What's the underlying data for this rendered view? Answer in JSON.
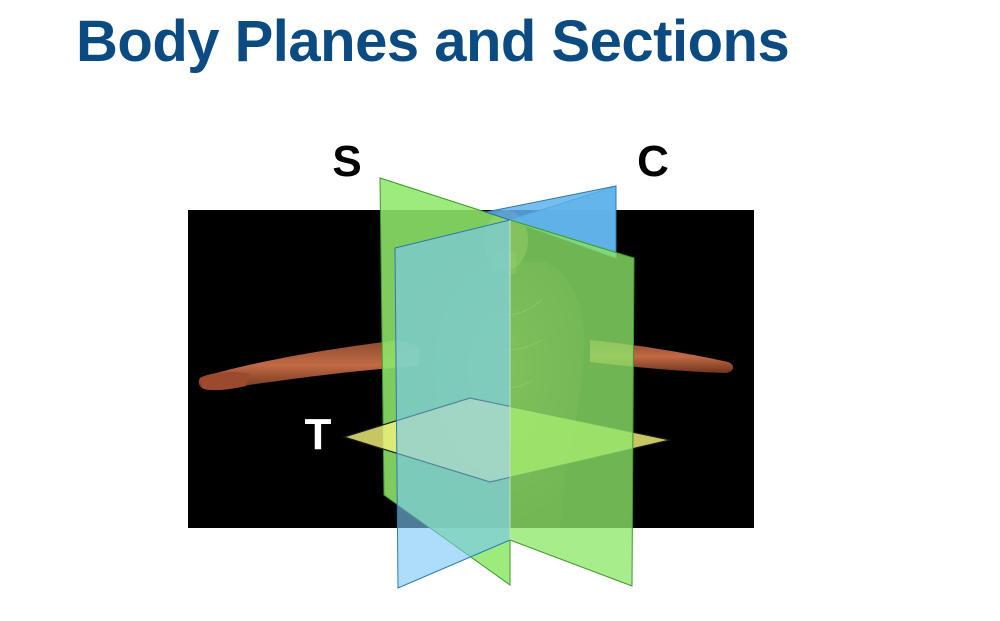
{
  "title": "Body Planes and Sections",
  "labels": {
    "sagittal": "S",
    "coronal": "C",
    "transverse": "T"
  },
  "colors": {
    "title": "#0c4a82",
    "sagittal_plane": "#8ee86a",
    "coronal_plane": "#6ec0f2",
    "transverse_plane": "#f2f27a",
    "background_panel": "#000000",
    "skin": "#b9623f"
  }
}
